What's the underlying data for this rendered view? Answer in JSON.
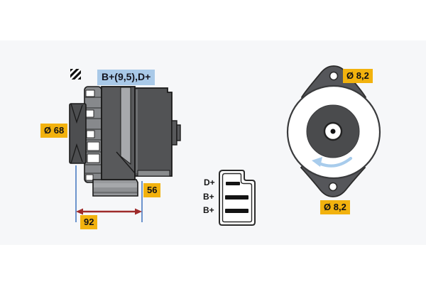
{
  "figure": {
    "type_label": "B+(9,5),D+",
    "pulley_diameter_label": "Ø 68",
    "dim_depth_label": "56",
    "dim_span_label": "92",
    "hole_diameter_top_label": "Ø 8,2",
    "hole_diameter_bottom_label": "Ø 8,2"
  },
  "connector": {
    "terminals": [
      "D+",
      "B+",
      "B+"
    ]
  },
  "icons": {
    "hatch_icon": "diagonal-hatch-square"
  },
  "colors": {
    "dimension_chip_bg": "#F2B20E",
    "type_chip_bg": "#A9C9E8",
    "body_gray": "#58595B",
    "light_gray": "#A7A9AC",
    "dimension_line_blue": "#4A7CC2",
    "dimension_arrow_red": "#9E2B2B",
    "rotation_arrow_blue": "#A8CCEC"
  }
}
